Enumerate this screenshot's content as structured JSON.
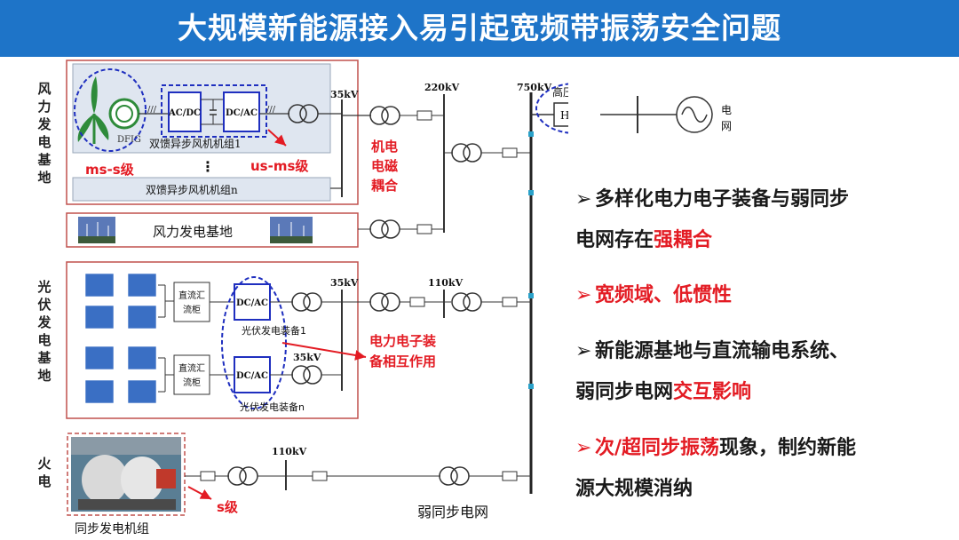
{
  "title": "大规模新能源接入易引起宽频带振荡安全问题",
  "colors": {
    "title_bg": "#1e74c8",
    "highlight": "#e31b23",
    "outline_blue": "#1f2fbf",
    "box_red": "#c0504d"
  },
  "left_labels": {
    "wind": [
      "风",
      "力",
      "发",
      "电",
      "基",
      "地"
    ],
    "pv": [
      "光",
      "伏",
      "发",
      "电",
      "基",
      "地"
    ],
    "thermal": [
      "火",
      "电"
    ]
  },
  "wind": {
    "dfig": "DFIG",
    "acdc": "AC/DC",
    "dcac": "DC/AC",
    "unit1": "双馈异步风机机组1",
    "dots": "⋮",
    "unitn": "双馈异步风机机组n",
    "ms_s": "ms-s级",
    "us_ms": "us-ms级",
    "base": "风力发电基地",
    "kv35": "35kV"
  },
  "pv": {
    "combiner1": [
      "直流汇",
      "流柜"
    ],
    "combiner2": [
      "直流汇",
      "流柜"
    ],
    "dcac1": "DC/AC",
    "dcac2": "DC/AC",
    "unit1": "光伏发电装备1",
    "unitn": "光伏发电装备n",
    "kv35_top": "35kV",
    "kv35_bottom": "35kV",
    "kv110": "110kV"
  },
  "thermal": {
    "gen_label": "同步发电机组",
    "s_level": "s级",
    "kv110": "110kV"
  },
  "grid": {
    "kv220": "220kV",
    "kv750": "750kV",
    "hvdc_title": "高压直流",
    "hvdc": "HVDC",
    "grid_label": [
      "电",
      "网"
    ],
    "weak_grid": "弱同步电网",
    "mech_elec": [
      "机电",
      "电磁",
      "耦合"
    ],
    "pe_interact": [
      "电力电子装",
      "备相互作用"
    ]
  },
  "bullets": [
    {
      "pre": "多样化电力电子装备与弱同步",
      "line2_pre": "电网存在",
      "hl": "强耦合",
      "post": ""
    },
    {
      "hl": "宽频域、低惯性"
    },
    {
      "pre": "新能源基地与直流输电系统、",
      "line2_pre": "弱同步电网",
      "hl": "交互影响",
      "post": ""
    },
    {
      "hl": "次/超同步振荡",
      "post": "现象，制约新能",
      "line2_pre": "源大规模消纳"
    }
  ],
  "bullet_arrow": "➢"
}
